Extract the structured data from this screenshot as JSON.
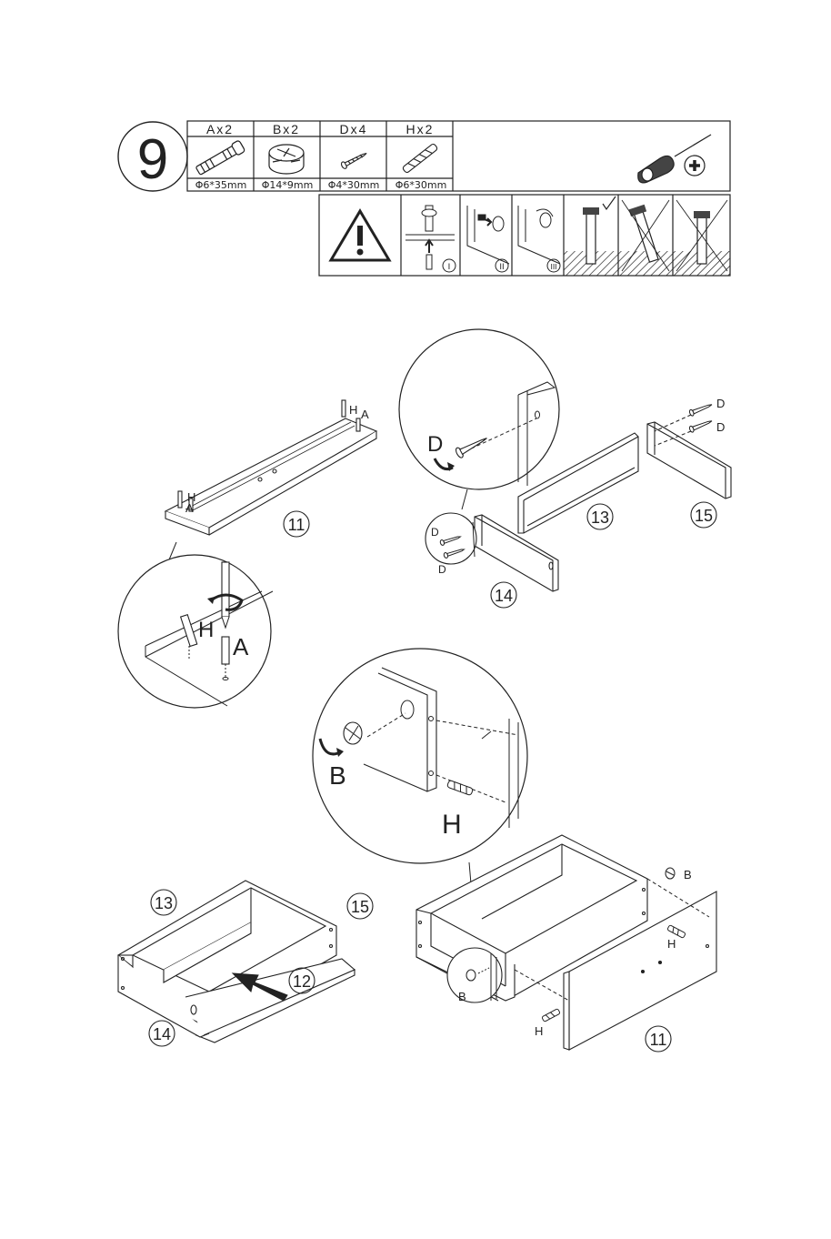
{
  "step": {
    "number": "9"
  },
  "parts": [
    {
      "label": "Ax2",
      "size": "Φ6*35mm",
      "icon": "dowel-icon"
    },
    {
      "label": "Bx2",
      "size": "Φ14*9mm",
      "icon": "cam-lock-icon"
    },
    {
      "label": "Dx4",
      "size": "Φ4*30mm",
      "icon": "screw-icon"
    },
    {
      "label": "Hx2",
      "size": "Φ6*30mm",
      "icon": "wood-dowel-icon"
    }
  ],
  "tool": {
    "icon": "screwdriver-icon",
    "type_icon": "phillips-icon"
  },
  "warning": {
    "icon": "warning-icon",
    "steps": [
      "I",
      "II",
      "III"
    ],
    "checks": [
      "correct-check-icon",
      "wrong-cross-icon",
      "wrong-cross-icon"
    ]
  },
  "callouts": {
    "H": "H",
    "A": "A",
    "D": "D",
    "B": "B"
  },
  "panels": {
    "p11": "11",
    "p12": "12",
    "p13": "13",
    "p14": "14",
    "p15": "15"
  }
}
